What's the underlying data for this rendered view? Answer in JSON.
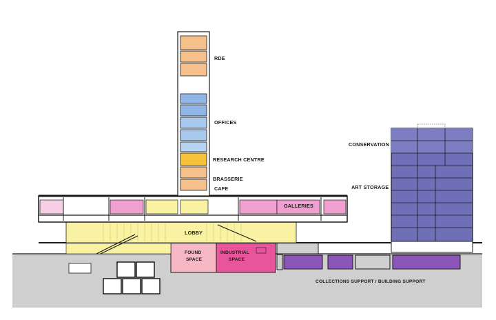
{
  "labels": {
    "rde": "RDE",
    "offices": "OFFICES",
    "research_centre": "RESEARCH CENTRE",
    "brasserie": "BRASSERIE",
    "cafe": "CAFE",
    "conservation": "CONSERVATION",
    "art_storage": "ART STORAGE",
    "galleries": "GALLERIES",
    "lobby": "LOBBY",
    "found_space_line1": "FOUND",
    "found_space_line2": "SPACE",
    "industrial_line1": "INDUSTRIAL",
    "industrial_line2": "SPACE",
    "collections_support": "COLLECTIONS SUPPORT / BUILDING SUPPORT"
  },
  "colors": {
    "rde": "#f6c08d",
    "offices": "#8fb6e6",
    "research_centre": "#f5c23a",
    "brasserie": "#f6c08d",
    "galleries": "#f0a0d0",
    "lobby": "#f8f2a2",
    "found_space": "#f7b8c6",
    "industrial_space": "#e8559a",
    "conservation": "#6f6fb8",
    "art_storage": "#5a58a8",
    "storage_basement": "#8c56b8",
    "ground": "#cfcfcf",
    "structure": "#1a1a1a"
  }
}
